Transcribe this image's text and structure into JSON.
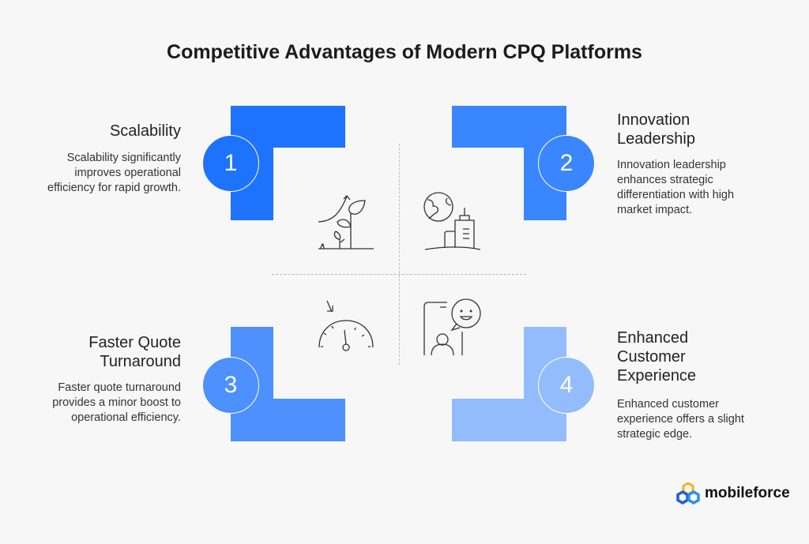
{
  "title": "Competitive Advantages of Modern CPQ Platforms",
  "items": [
    {
      "number": "1",
      "heading": "Scalability",
      "description": "Scalability significantly improves operational efficiency for rapid growth.",
      "color": "#1e73fe",
      "icon": "plant-growth-icon"
    },
    {
      "number": "2",
      "heading": "Innovation Leadership",
      "description": "Innovation leadership enhances strategic differentiation with high market impact.",
      "color": "#3a86ff",
      "icon": "globe-building-icon"
    },
    {
      "number": "3",
      "heading": "Faster Quote Turnaround",
      "description": "Faster quote turnaround provides a minor boost to operational efficiency.",
      "color": "#4d90fe",
      "icon": "speedometer-icon"
    },
    {
      "number": "4",
      "heading": "Enhanced Customer Experience",
      "description": "Enhanced customer experience offers a slight strategic edge.",
      "color": "#93bcfd",
      "icon": "phone-smiley-icon"
    }
  ],
  "brand": {
    "name": "mobileforce"
  }
}
